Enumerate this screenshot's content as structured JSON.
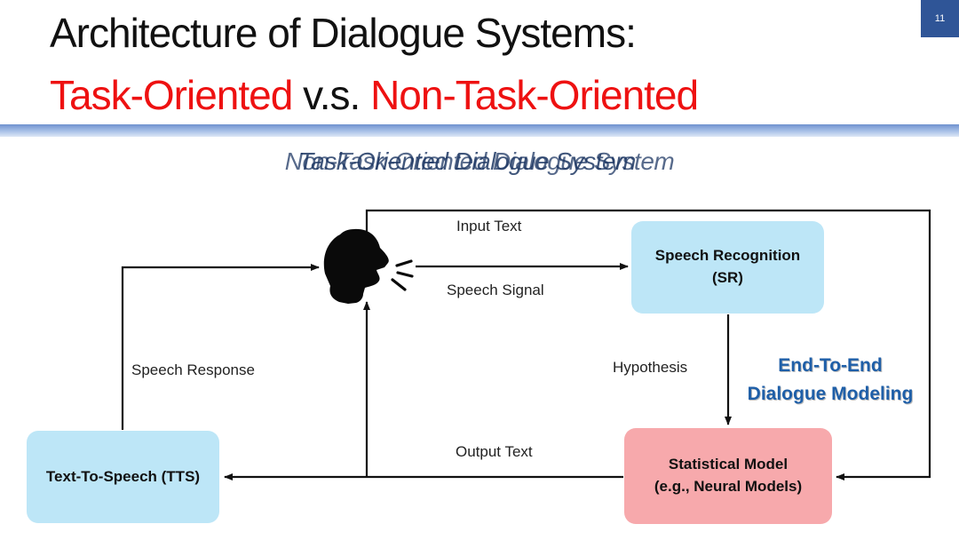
{
  "slide": {
    "page_number": "11",
    "title_line1": "Architecture of Dialogue Systems:",
    "title_part_task": "Task-Oriented",
    "title_part_vs": " v.s. ",
    "title_part_nontask": "Non-Task-Oriented",
    "subtitle_task": "Task-Oriented Dialogue System",
    "subtitle_nontask": "Non-Task-Oriented Dialogue System"
  },
  "diagram": {
    "nodes": {
      "speech_recognition": {
        "line1": "Speech Recognition",
        "line2": "(SR)"
      },
      "statistical_model": {
        "line1": "Statistical Model",
        "line2": "(e.g., Neural Models)"
      },
      "tts": {
        "line1": "Text-To-Speech (TTS)"
      }
    },
    "edges": {
      "input_text": "Input Text",
      "speech_signal": "Speech Signal",
      "hypothesis": "Hypothesis",
      "output_text": "Output Text",
      "speech_response": "Speech Response"
    },
    "annotation": {
      "line1": "End-To-End",
      "line2": "Dialogue Modeling"
    },
    "icons": {
      "speaker": "speaking-head-icon"
    },
    "colors": {
      "box_blue": "#bde6f7",
      "box_pink": "#f7a9ac",
      "title_red": "#ee1111",
      "annotation_blue": "#1f5fa8"
    }
  }
}
